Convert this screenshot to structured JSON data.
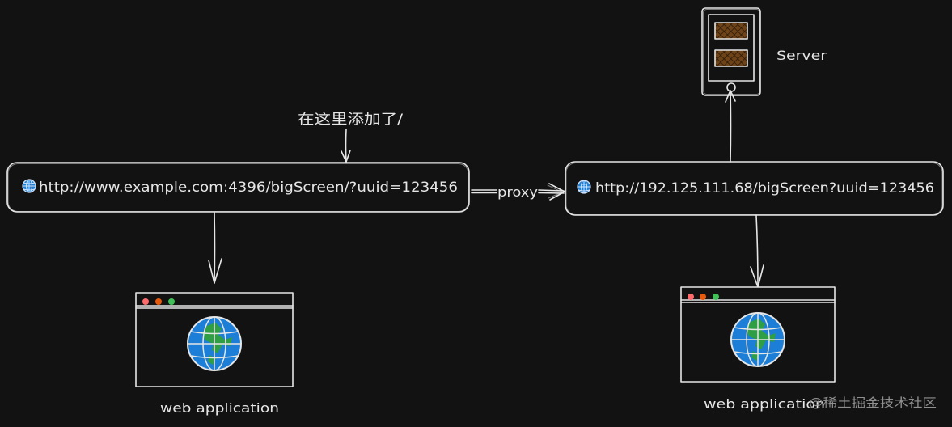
{
  "annotation": {
    "text": "在这里添加了/"
  },
  "source_box": {
    "url": "http://www.example.com:4396/bigScreen/?uuid=123456",
    "icon": "globe-icon"
  },
  "proxy_edge": {
    "label": "proxy"
  },
  "target_box": {
    "url": "http://192.125.111.68/bigScreen?uuid=123456",
    "icon": "globe-icon"
  },
  "server": {
    "label": "Server",
    "icon": "server-icon"
  },
  "left_app": {
    "label": "web application",
    "icon": "browser-window-icon"
  },
  "right_app": {
    "label": "web application",
    "icon": "browser-window-icon"
  },
  "watermark": {
    "text": "@稀土掘金技术社区"
  },
  "colors": {
    "background": "#121212",
    "stroke": "#e6e6e6",
    "globe_blue": "#1c7ed6",
    "land_green": "#2f9e44",
    "dot_red": "#ff6b6b",
    "dot_orange": "#e8590c",
    "dot_green": "#40c057",
    "drawer_brown": "#6e4318",
    "watermark_gray": "#8f8f8f"
  }
}
